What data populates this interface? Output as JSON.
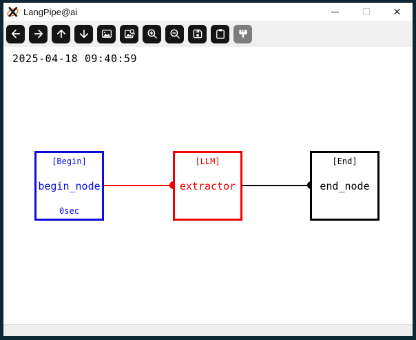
{
  "window": {
    "title": "LangPipe@ai",
    "controls": {
      "minimize": "minimize",
      "maximize": "maximize",
      "close": "✕"
    }
  },
  "toolbar": {
    "buttons": [
      {
        "icon": "arrow-left-icon",
        "action": "back"
      },
      {
        "icon": "arrow-right-icon",
        "action": "forward"
      },
      {
        "icon": "arrow-up-icon",
        "action": "up"
      },
      {
        "icon": "arrow-down-icon",
        "action": "down"
      },
      {
        "icon": "image-icon",
        "action": "fit-image"
      },
      {
        "icon": "image-search-icon",
        "action": "find-image"
      },
      {
        "icon": "zoom-in-icon",
        "action": "zoom-in"
      },
      {
        "icon": "zoom-out-icon",
        "action": "zoom-out"
      },
      {
        "icon": "save-icon",
        "action": "save"
      },
      {
        "icon": "clipboard-icon",
        "action": "paste"
      },
      {
        "icon": "paint-brush-icon",
        "action": "paint",
        "disabled": true
      }
    ]
  },
  "canvas": {
    "timestamp": "2025-04-18 09:40:59",
    "nodes": [
      {
        "id": "begin",
        "type_label": "[Begin]",
        "name": "begin_node",
        "footer": "0sec",
        "color": "#0b0bdb"
      },
      {
        "id": "llm",
        "type_label": "[LLM]",
        "name": "extractor",
        "footer": "",
        "color": "#ee0000"
      },
      {
        "id": "end",
        "type_label": "[End]",
        "name": "end_node",
        "footer": "",
        "color": "#000000"
      }
    ],
    "edges": [
      {
        "from": "begin_node",
        "to": "extractor",
        "color": "#ff0000"
      },
      {
        "from": "extractor",
        "to": "end_node",
        "color": "#000000"
      }
    ]
  },
  "colors": {
    "desktop_border": "#0e2833",
    "titlebar_bg": "#ffffff",
    "toolbar_bg": "#f0f0f0",
    "toolbar_button_bg": "#141414",
    "toolbar_button_disabled_bg": "#7d7d7d",
    "statusbar_bg": "#eeeeee",
    "node_begin": "#0b0bdb",
    "node_llm": "#ee0000",
    "node_end": "#000000",
    "logo_orange": "#e8792a"
  }
}
